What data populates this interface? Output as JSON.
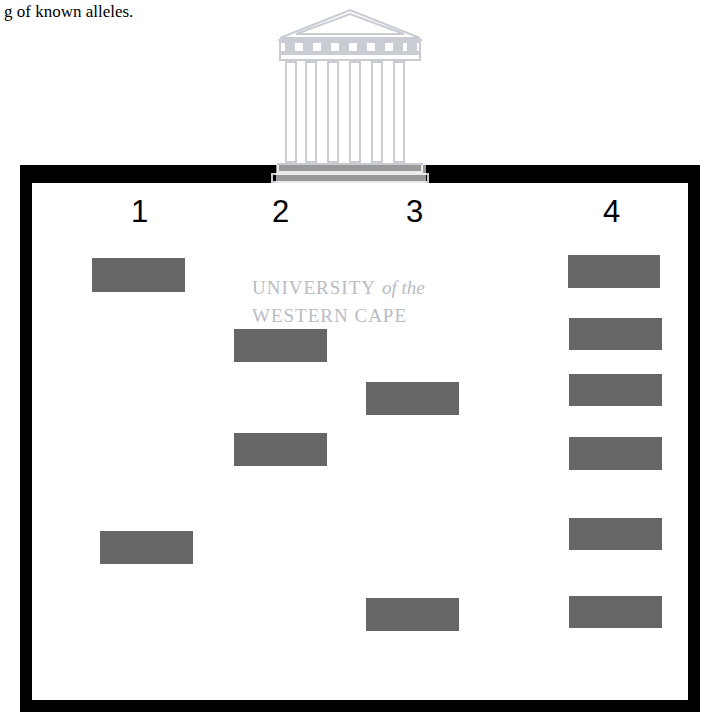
{
  "diagram": {
    "labels": [
      "g of known alleles.",
      "1",
      "2",
      "3",
      "4",
      "UNIVERSITY",
      "of the",
      "WESTERN CAPE"
    ]
  }
}
